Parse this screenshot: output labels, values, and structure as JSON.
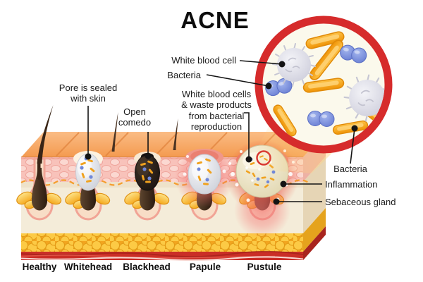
{
  "title": "ACNE",
  "callouts": {
    "pore_sealed": "Pore is sealed\nwith skin",
    "open_comedo": "Open\ncomedo",
    "white_blood_cell": "White blood cell",
    "bacteria_magnified": "Bacteria",
    "wbc_waste": "White blood cells\n& waste products\nfrom bacterial\nreproduction",
    "bacteria_rod": "Bacteria",
    "inflammation": "Inflammation",
    "sebaceous_gland": "Sebaceous gland"
  },
  "stages": [
    "Healthy",
    "Whitehead",
    "Blackhead",
    "Papule",
    "Pustule"
  ],
  "magnified_view": {
    "contents": [
      "white-blood-cell-icon",
      "cocci-bacteria-icon",
      "rod-bacteria-icon"
    ]
  },
  "colors": {
    "magnifier_ring": "#d62b2b",
    "rod_bacteria": "#f0a21f",
    "cocci_bacteria": "#7288d9",
    "white_blood_cell": "#dcdce4",
    "skin_surface": "#f7a55f",
    "epidermis": "#f8c3bb",
    "dermis": "#f4ecd9",
    "fat": "#fcca45",
    "muscle": "#ca2e27",
    "inflammation": "#e8473c",
    "text": "#1b1b1b"
  }
}
